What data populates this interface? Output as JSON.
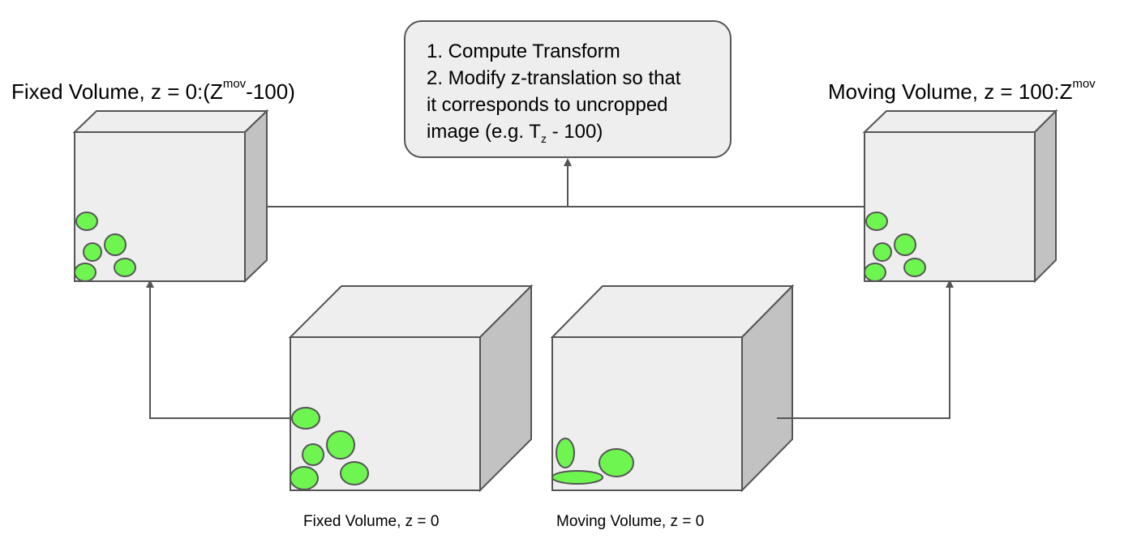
{
  "process_box": {
    "line1": "1. Compute Transform",
    "line2": "2. Modify z-translation so that",
    "line3": "it corresponds to uncropped",
    "line4_prefix": "image (e.g. T",
    "line4_sub": "z",
    "line4_suffix": " - 100)"
  },
  "labels": {
    "fixed_top_main": "Fixed Volume, z = 0:(Z",
    "fixed_top_sup": "mov",
    "fixed_top_end": "-100)",
    "moving_top_main": "Moving Volume, z = 100:Z",
    "moving_top_sup": "mov",
    "fixed_bottom": "Fixed Volume, z = 0",
    "moving_bottom": "Moving Volume, z = 0"
  },
  "colors": {
    "cube_front": "#eeeeee",
    "cube_top": "#eeeeee",
    "cube_side": "#c2c2c2",
    "stroke": "#555555",
    "blob_fill": "#6ef550",
    "arrow": "#555555"
  }
}
